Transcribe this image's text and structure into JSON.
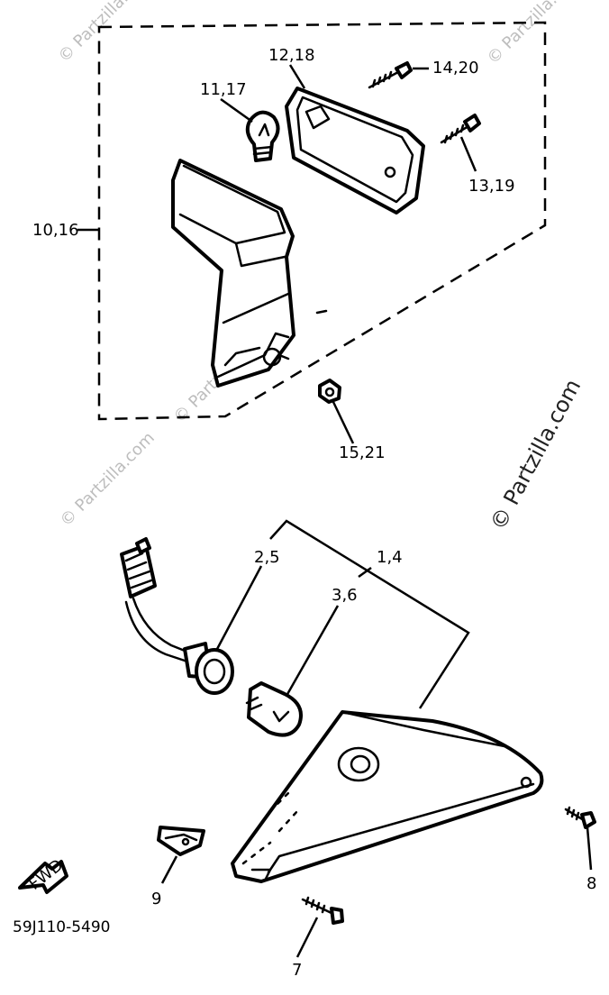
{
  "callouts": {
    "c1": "10,16",
    "c2": "11,17",
    "c3": "12,18",
    "c4": "14,20",
    "c5": "13,19",
    "c6": "15,21",
    "c7": "2,5",
    "c8": "1,4",
    "c9": "3,6",
    "c10": "8",
    "c11": "9",
    "c12": "7"
  },
  "diagram_code": "59J110-5490",
  "fwd_label": "FWD",
  "watermark": "© Partzilla.com"
}
